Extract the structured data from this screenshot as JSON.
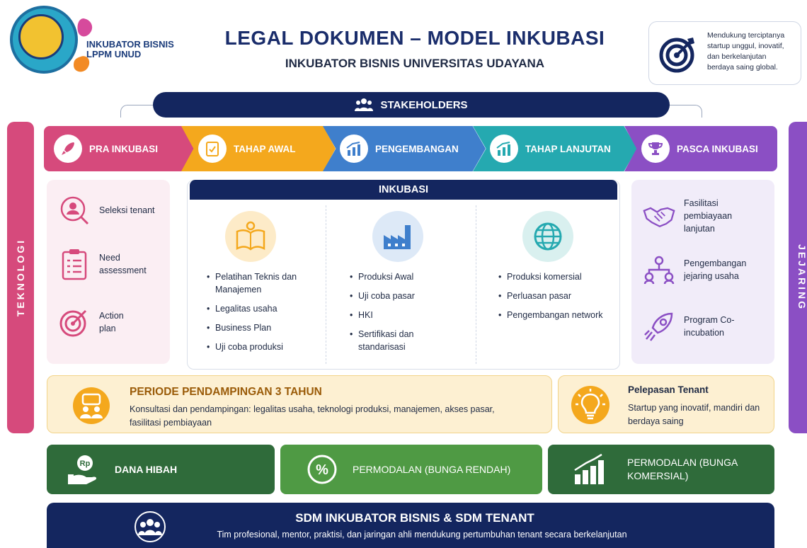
{
  "header": {
    "logo_text_1": "INKUBATOR BISNIS",
    "logo_text_2": "LPPM UNUD",
    "title": "LEGAL DOKUMEN – MODEL INKUBASI",
    "subtitle": "INKUBATOR BISNIS UNIVERSITAS UDAYANA",
    "goal_lines": [
      "Mendukung terciptanya",
      "startup unggul, inovatif,",
      "dan berkelanjutan",
      "berdaya saing global."
    ]
  },
  "stakeholders": {
    "label": "STAKEHOLDERS"
  },
  "side": {
    "left": "TEKNOLOGI",
    "right": "JEJARING"
  },
  "phases": [
    {
      "label": "PRA INKUBASI",
      "color": "#d64a7c",
      "icon": "rocket-icon"
    },
    {
      "label": "TAHAP AWAL",
      "color": "#f4a81d",
      "icon": "clipboard-check-icon"
    },
    {
      "label": "PENGEMBANGAN",
      "color": "#3f7fcc",
      "icon": "growth-chart-icon"
    },
    {
      "label": "TAHAP LANJUTAN",
      "color": "#25a9b0",
      "icon": "growth-chart-icon"
    },
    {
      "label": "PASCA INKUBASI",
      "color": "#8b4fc4",
      "icon": "trophy-icon"
    }
  ],
  "pra_items": [
    {
      "label": "Seleksi tenant",
      "icon": "user-search-icon"
    },
    {
      "label": "Need assessment",
      "icon": "checklist-icon"
    },
    {
      "label": "Action plan",
      "icon": "target-icon"
    }
  ],
  "inkubasi": {
    "title": "INKUBASI",
    "columns": [
      {
        "icon": "book-gear-icon",
        "items": [
          "Pelatihan Teknis dan Manajemen",
          "Legalitas usaha",
          "Business Plan",
          "Uji coba produksi"
        ]
      },
      {
        "icon": "factory-icon",
        "items": [
          "Produksi Awal",
          "Uji coba pasar",
          "HKI",
          "Sertifikasi dan standarisasi"
        ]
      },
      {
        "icon": "globe-icon",
        "items": [
          "Produksi komersial",
          "Perluasan pasar",
          "Pengembangan network"
        ]
      }
    ]
  },
  "pasca_items": [
    {
      "label": "Fasilitasi pembiayaan lanjutan",
      "icon": "handshake-icon"
    },
    {
      "label": "Pengembangan jejaring usaha",
      "icon": "network-icon"
    },
    {
      "label": "Program Co-incubation",
      "icon": "rocket-icon"
    }
  ],
  "periode": {
    "title": "PERIODE PENDAMPINGAN 3 TAHUN",
    "desc": "Konsultasi dan pendampingan: legalitas usaha, teknologi produksi, manajemen, akses pasar, fasilitasi pembiayaan"
  },
  "release": {
    "title": "Pelepasan Tenant",
    "desc": "Startup yang inovatif, mandiri dan berdaya saing"
  },
  "funding": [
    {
      "label": "DANA HIBAH",
      "badge": "Rp",
      "color": "#2f6b3a"
    },
    {
      "label": "PERMODALAN (BUNGA RENDAH)",
      "badge": "%",
      "color": "#4f9a44"
    },
    {
      "label": "PERMODALAN (BUNGA KOMERSIAL)",
      "color": "#2f6b3a"
    }
  ],
  "sdm": {
    "title": "SDM INKUBATOR BISNIS & SDM TENANT",
    "desc": "Tim profesional, mentor, praktisi, dan jaringan ahli mendukung pertumbuhan tenant secara berkelanjutan"
  }
}
